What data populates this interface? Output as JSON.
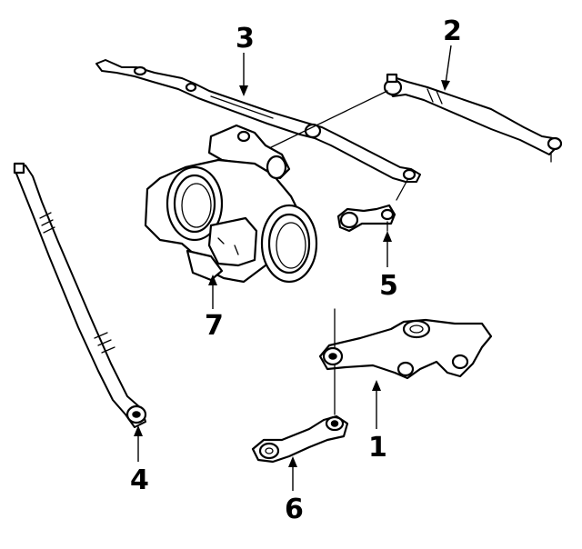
{
  "callouts": {
    "c1": "1",
    "c2": "2",
    "c3": "3",
    "c4": "4",
    "c5": "5",
    "c6": "6",
    "c7": "7"
  },
  "icons": {
    "gearbox": "steering-gear-box-illustration",
    "pitman_arm": "pitman-arm-illustration",
    "idler_arm": "idler-arm-illustration",
    "center_link": "center-link-rod-illustration",
    "tie_rod_right": "tie-rod-end-right-illustration",
    "tie_rod_left": "tie-rod-left-illustration",
    "bracket": "idler-arm-bracket-illustration"
  }
}
